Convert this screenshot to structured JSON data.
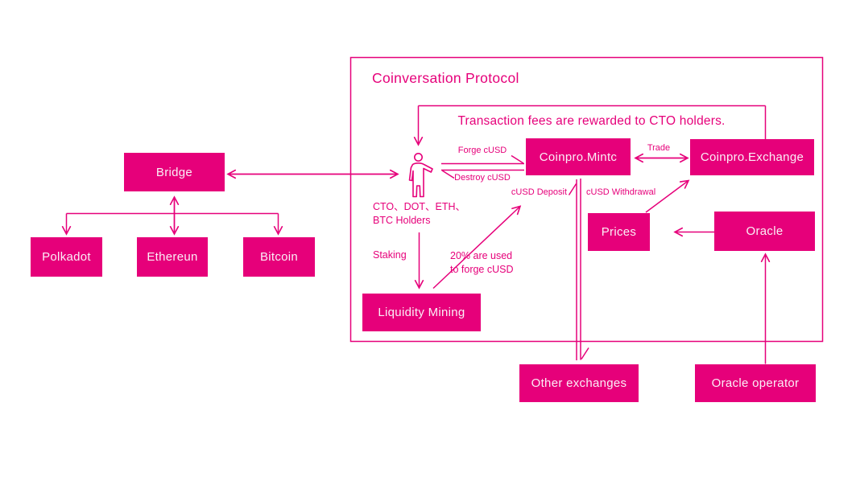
{
  "colors": {
    "accent": "#E6007A",
    "node_text": "#FBEFF7",
    "background": "#FFFFFF"
  },
  "protocol": {
    "title": "Coinversation Protocol",
    "feedback_note": "Transaction fees are rewarded to CTO holders."
  },
  "nodes": {
    "bridge": "Bridge",
    "polkadot": "Polkadot",
    "ethereun": "Ethereun",
    "bitcoin": "Bitcoin",
    "mintc": "Coinpro.Mintc",
    "exchange": "Coinpro.Exchange",
    "prices": "Prices",
    "oracle": "Oracle",
    "liquidity_mining": "Liquidity Mining",
    "other_exchanges": "Other exchanges",
    "oracle_operator": "Oracle operator"
  },
  "labels": {
    "forge": "Forge cUSD",
    "destroy": "Destroy cUSD",
    "trade": "Trade",
    "deposit": "cUSD Deposit",
    "withdrawal": "cUSD Withdrawal",
    "holders_line1": "CTO、DOT、ETH、",
    "holders_line2": "BTC Holders",
    "staking": "Staking",
    "forge_share_line1": "20% are used",
    "forge_share_line2": "to forge cUSD"
  },
  "icons": {
    "person_icon": "stick-figure-person"
  }
}
